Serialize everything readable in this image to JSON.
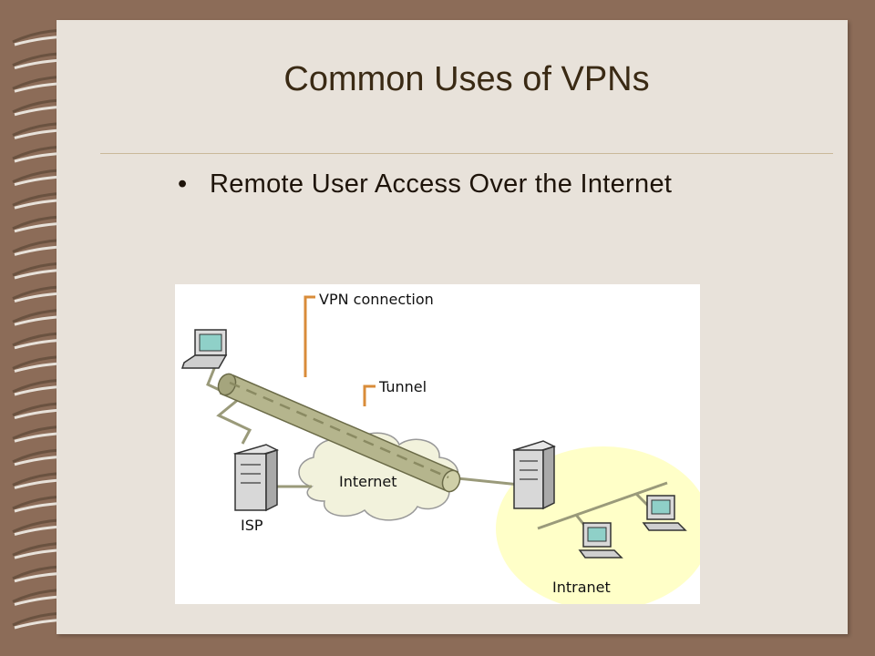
{
  "slide": {
    "title": "Common Uses of VPNs",
    "bullets": [
      "Remote User Access Over the Internet"
    ]
  },
  "diagram": {
    "labels": {
      "vpn_connection": "VPN connection",
      "tunnel": "Tunnel",
      "internet": "Internet",
      "isp": "ISP",
      "intranet": "Intranet"
    }
  },
  "colors": {
    "frame": "#8c6c58",
    "page": "#e8e2da",
    "title": "#3a2a14",
    "tunnel": "#b5b58d",
    "callout": "#d98c3a",
    "intranet_zone": "#ffffc8"
  }
}
